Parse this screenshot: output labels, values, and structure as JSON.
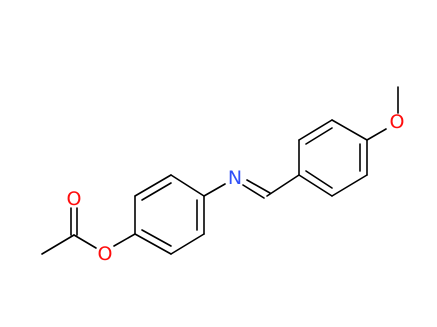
{
  "structure": {
    "atom_labels": {
      "carbonyl_oxygen": "O",
      "ester_oxygen": "O",
      "imine_nitrogen": "N",
      "methoxy_oxygen": "O"
    },
    "colors": {
      "bond": "#000000",
      "oxygen": "#ff0d0d",
      "nitrogen": "#3050f8",
      "background": "#ffffff"
    }
  }
}
